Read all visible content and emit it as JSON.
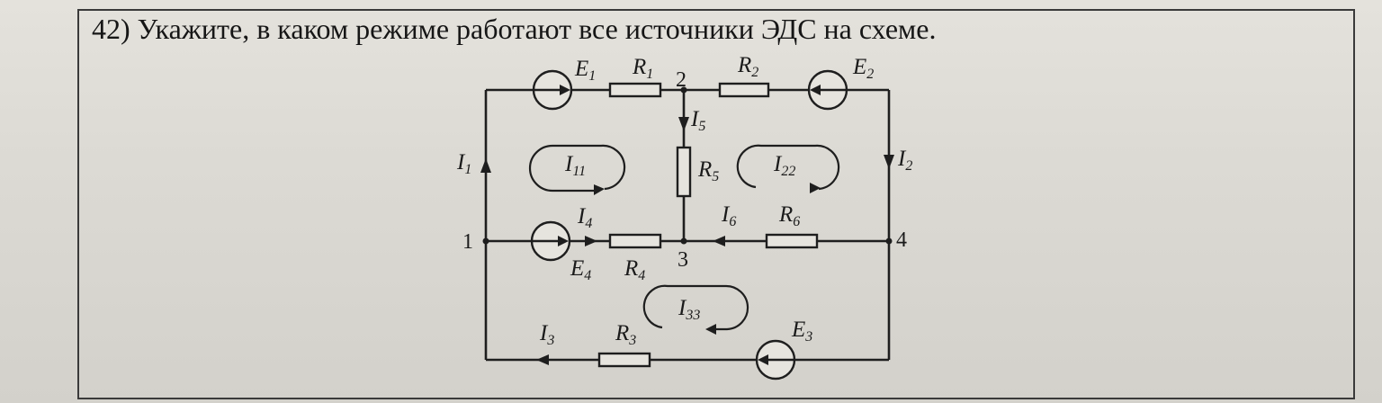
{
  "question": {
    "number": "42)",
    "text": "Укажите, в каком режиме работают все источники ЭДС на схеме."
  },
  "circuit": {
    "sources": [
      {
        "name": "E",
        "sub": "1"
      },
      {
        "name": "E",
        "sub": "2"
      },
      {
        "name": "E",
        "sub": "3"
      },
      {
        "name": "E",
        "sub": "4"
      }
    ],
    "resistors": [
      {
        "name": "R",
        "sub": "1"
      },
      {
        "name": "R",
        "sub": "2"
      },
      {
        "name": "R",
        "sub": "3"
      },
      {
        "name": "R",
        "sub": "4"
      },
      {
        "name": "R",
        "sub": "5"
      },
      {
        "name": "R",
        "sub": "6"
      }
    ],
    "currents": [
      {
        "name": "I",
        "sub": "1"
      },
      {
        "name": "I",
        "sub": "2"
      },
      {
        "name": "I",
        "sub": "3"
      },
      {
        "name": "I",
        "sub": "4"
      },
      {
        "name": "I",
        "sub": "5"
      },
      {
        "name": "I",
        "sub": "6"
      }
    ],
    "loop_currents": [
      {
        "name": "I",
        "sub": "11"
      },
      {
        "name": "I",
        "sub": "22"
      },
      {
        "name": "I",
        "sub": "33"
      }
    ],
    "nodes": [
      "1",
      "2",
      "3",
      "4"
    ]
  }
}
